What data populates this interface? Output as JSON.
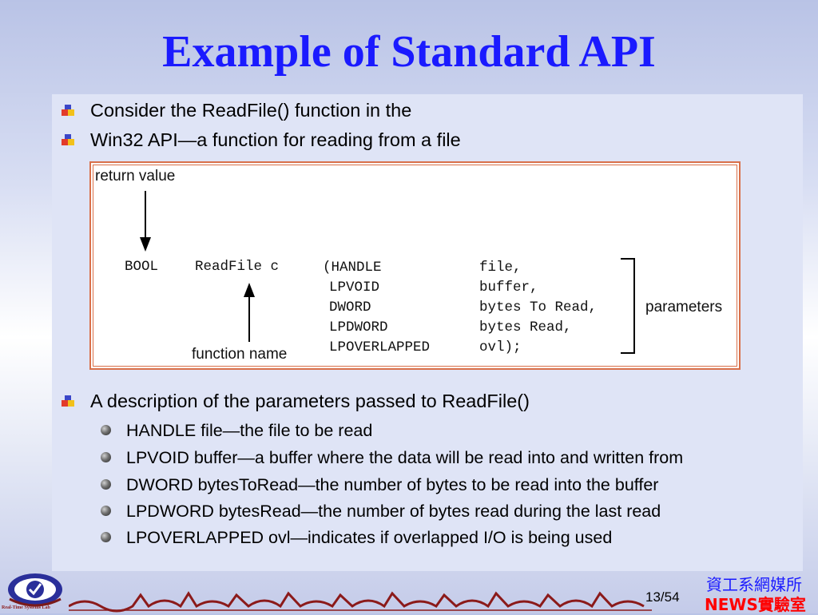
{
  "title": "Example of Standard API",
  "bullets": [
    "Consider the ReadFile() function in the",
    "Win32 API—a function for reading from a file"
  ],
  "diagram": {
    "return_label": "return value",
    "function_label": "function name",
    "params_label": "parameters",
    "code": {
      "ret_type": "BOOL",
      "func": "ReadFile c",
      "types": [
        "(HANDLE",
        "LPVOID",
        "DWORD",
        "LPDWORD",
        "LPOVERLAPPED"
      ],
      "names": [
        "file,",
        "buffer,",
        "bytes To Read,",
        "bytes Read,",
        "ovl);"
      ]
    }
  },
  "description_bullet": "A description of the parameters passed to ReadFile()",
  "sub_bullets": [
    "HANDLE file—the file to be read",
    "LPVOID buffer—a buffer where the data will be read into and written from",
    "DWORD bytesToRead—the number of bytes to be read into the buffer",
    "LPDWORD bytesRead—the number of bytes read during the last read",
    "LPOVERLAPPED ovl—indicates if overlapped I/O is being used"
  ],
  "footer": {
    "page": "13",
    "total": "/54",
    "dept": "資工系網媒所",
    "lab_prefix": "NEWS",
    "lab_suffix": "實驗室",
    "logo_text": "Real-Time Systems Lab"
  },
  "colors": {
    "title": "#1a1aff",
    "frame": "#d9704a",
    "lab": "#ff0000"
  }
}
